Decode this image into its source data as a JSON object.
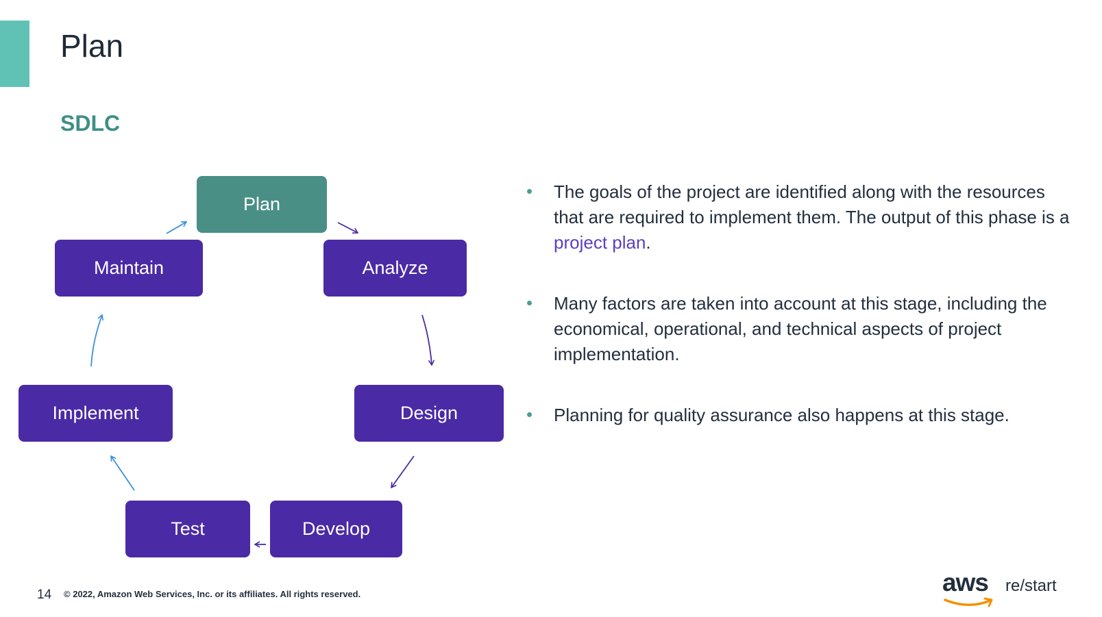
{
  "slide": {
    "title": "Plan",
    "subtitle": "SDLC",
    "page_number": "14",
    "copyright": "© 2022, Amazon Web Services, Inc. or its affiliates. All rights reserved."
  },
  "cycle": {
    "nodes": [
      "Plan",
      "Analyze",
      "Design",
      "Develop",
      "Test",
      "Implement",
      "Maintain"
    ],
    "active": "Plan"
  },
  "bullets": [
    {
      "before": "The goals of the project are identified along with the resources that are required to implement them. The output of this phase is a ",
      "link": "project plan",
      "after": "."
    },
    {
      "text": "Many factors are taken into account at this stage, including the economical, operational, and technical aspects of project implementation."
    },
    {
      "text": "Planning for quality assurance also happens at this stage."
    }
  ],
  "logo": {
    "brand": "aws",
    "product": "re/start"
  },
  "colors": {
    "accent_bar": "#5fc2b4",
    "subtitle": "#3e8f85",
    "node": "#4a2aa5",
    "node_active": "#4a8f85",
    "link": "#5b3fc4"
  }
}
